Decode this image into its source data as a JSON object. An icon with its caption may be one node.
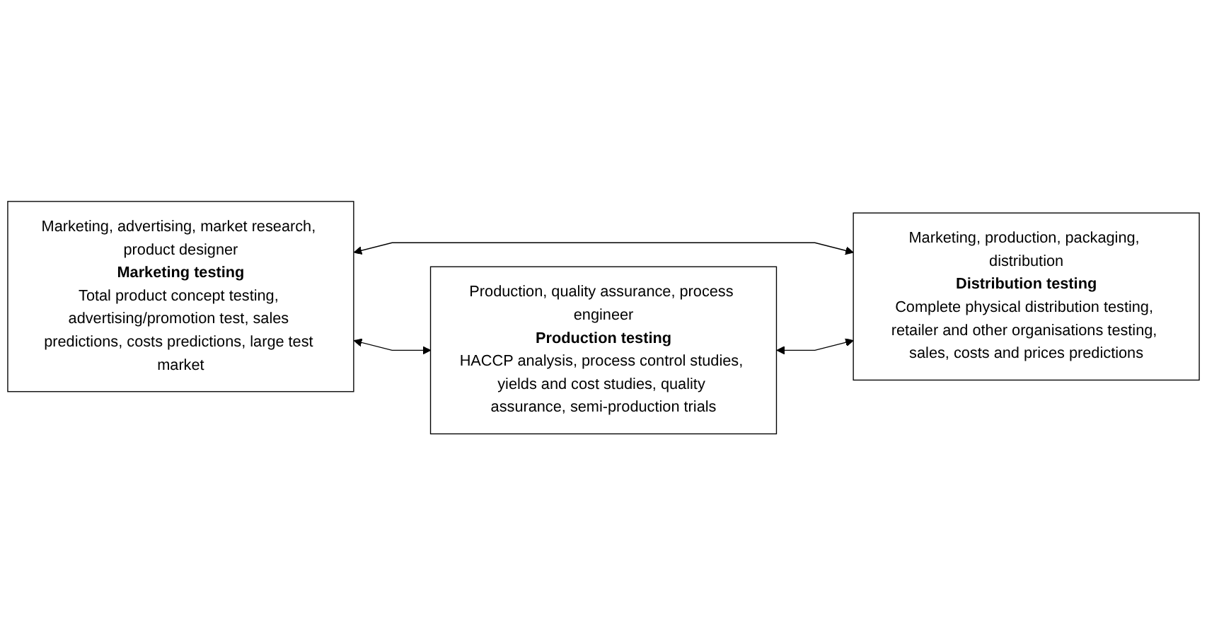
{
  "diagram": {
    "nodes": [
      {
        "text": [
          "Production, quality assurance, process engineer",
          "Production testing",
          "HACCP analysis, process control studies, yields and cost studies, quality assurance, semi-production trials"
        ]
      },
      {
        "text": [
          "Marketing, advertising, market research, product designer",
          "Marketing testing",
          "Total product concept testing, advertising/promotion test, sales predictions, costs predictions, large test market"
        ]
      },
      {
        "text": [
          "Marketing, production, packaging, distribution",
          "Distribution testing",
          "Complete physical distribution testing, retailer and other organisations testing, sales, costs and prices predictions"
        ]
      }
    ],
    "edges": [
      {
        "from": 1,
        "to": 0,
        "arrow": "both"
      },
      {
        "from": 1,
        "to": 2,
        "arrow": "both"
      },
      {
        "from": 0,
        "to": 2,
        "arrow": "both"
      }
    ]
  }
}
